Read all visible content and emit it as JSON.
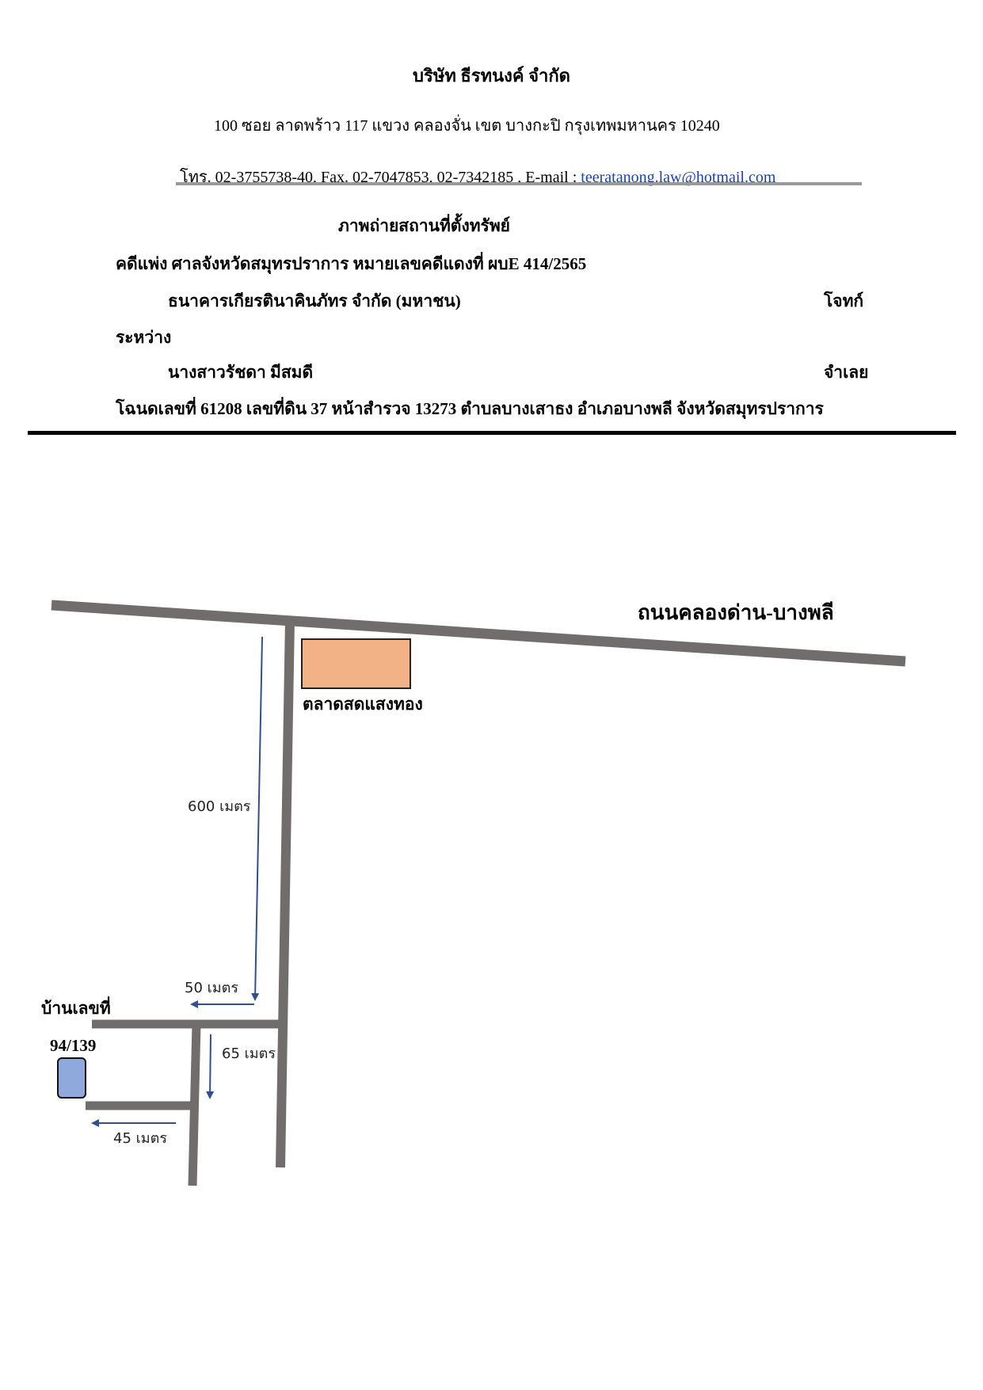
{
  "header": {
    "company_name": "บริษัท  ธีรทนงค์ จำกัด",
    "address": "100   ซอย ลาดพร้าว 117    แขวง คลองจั่น    เขต บางกะปิ   กรุงเทพมหานคร  10240",
    "contact_prefix": "โทร. 02-3755738-40, Fax.  02-7047853, 02-7342185 , E-mail : ",
    "email": "teeratanong.law@hotmail.com"
  },
  "case": {
    "title": "ภาพถ่ายสถานที่ตั้งทรัพย์",
    "case_line": "คดีแพ่ง ศาลจังหวัดสมุทรปราการ หมายเลขคดีแดงที่ ผบE 414/2565",
    "plaintiff": "ธนาคารเกียรตินาคินภัทร จำกัด (มหาชน)",
    "plaintiff_role": "โจทก์",
    "between": "ระหว่าง",
    "defendant": "นางสาวรัชดา มีสมดี",
    "defendant_role": "จำเลย",
    "deed": "โฉนดเลขที่ 61208 เลขที่ดิน 37 หน้าสำรวจ 13273 ตำบลบางเสาธง อำเภอบางพลี จังหวัดสมุทรปราการ"
  },
  "map": {
    "main_road": "ถนนคลองด่าน-บางพลี",
    "landmark": "ตลาดสดแสงทอง",
    "house_label_line1": "บ้านเลขที่",
    "house_label_line2": "94/139",
    "distance_1": "600 เมตร",
    "distance_2": "50 เมตร",
    "distance_3": "65 เมตร",
    "distance_4": "45 เมตร",
    "colors": {
      "road": "#706d6c",
      "arrow": "#2f4f8f",
      "landmark_fill": "#f3b186",
      "house_fill": "#8fa9dd"
    }
  }
}
